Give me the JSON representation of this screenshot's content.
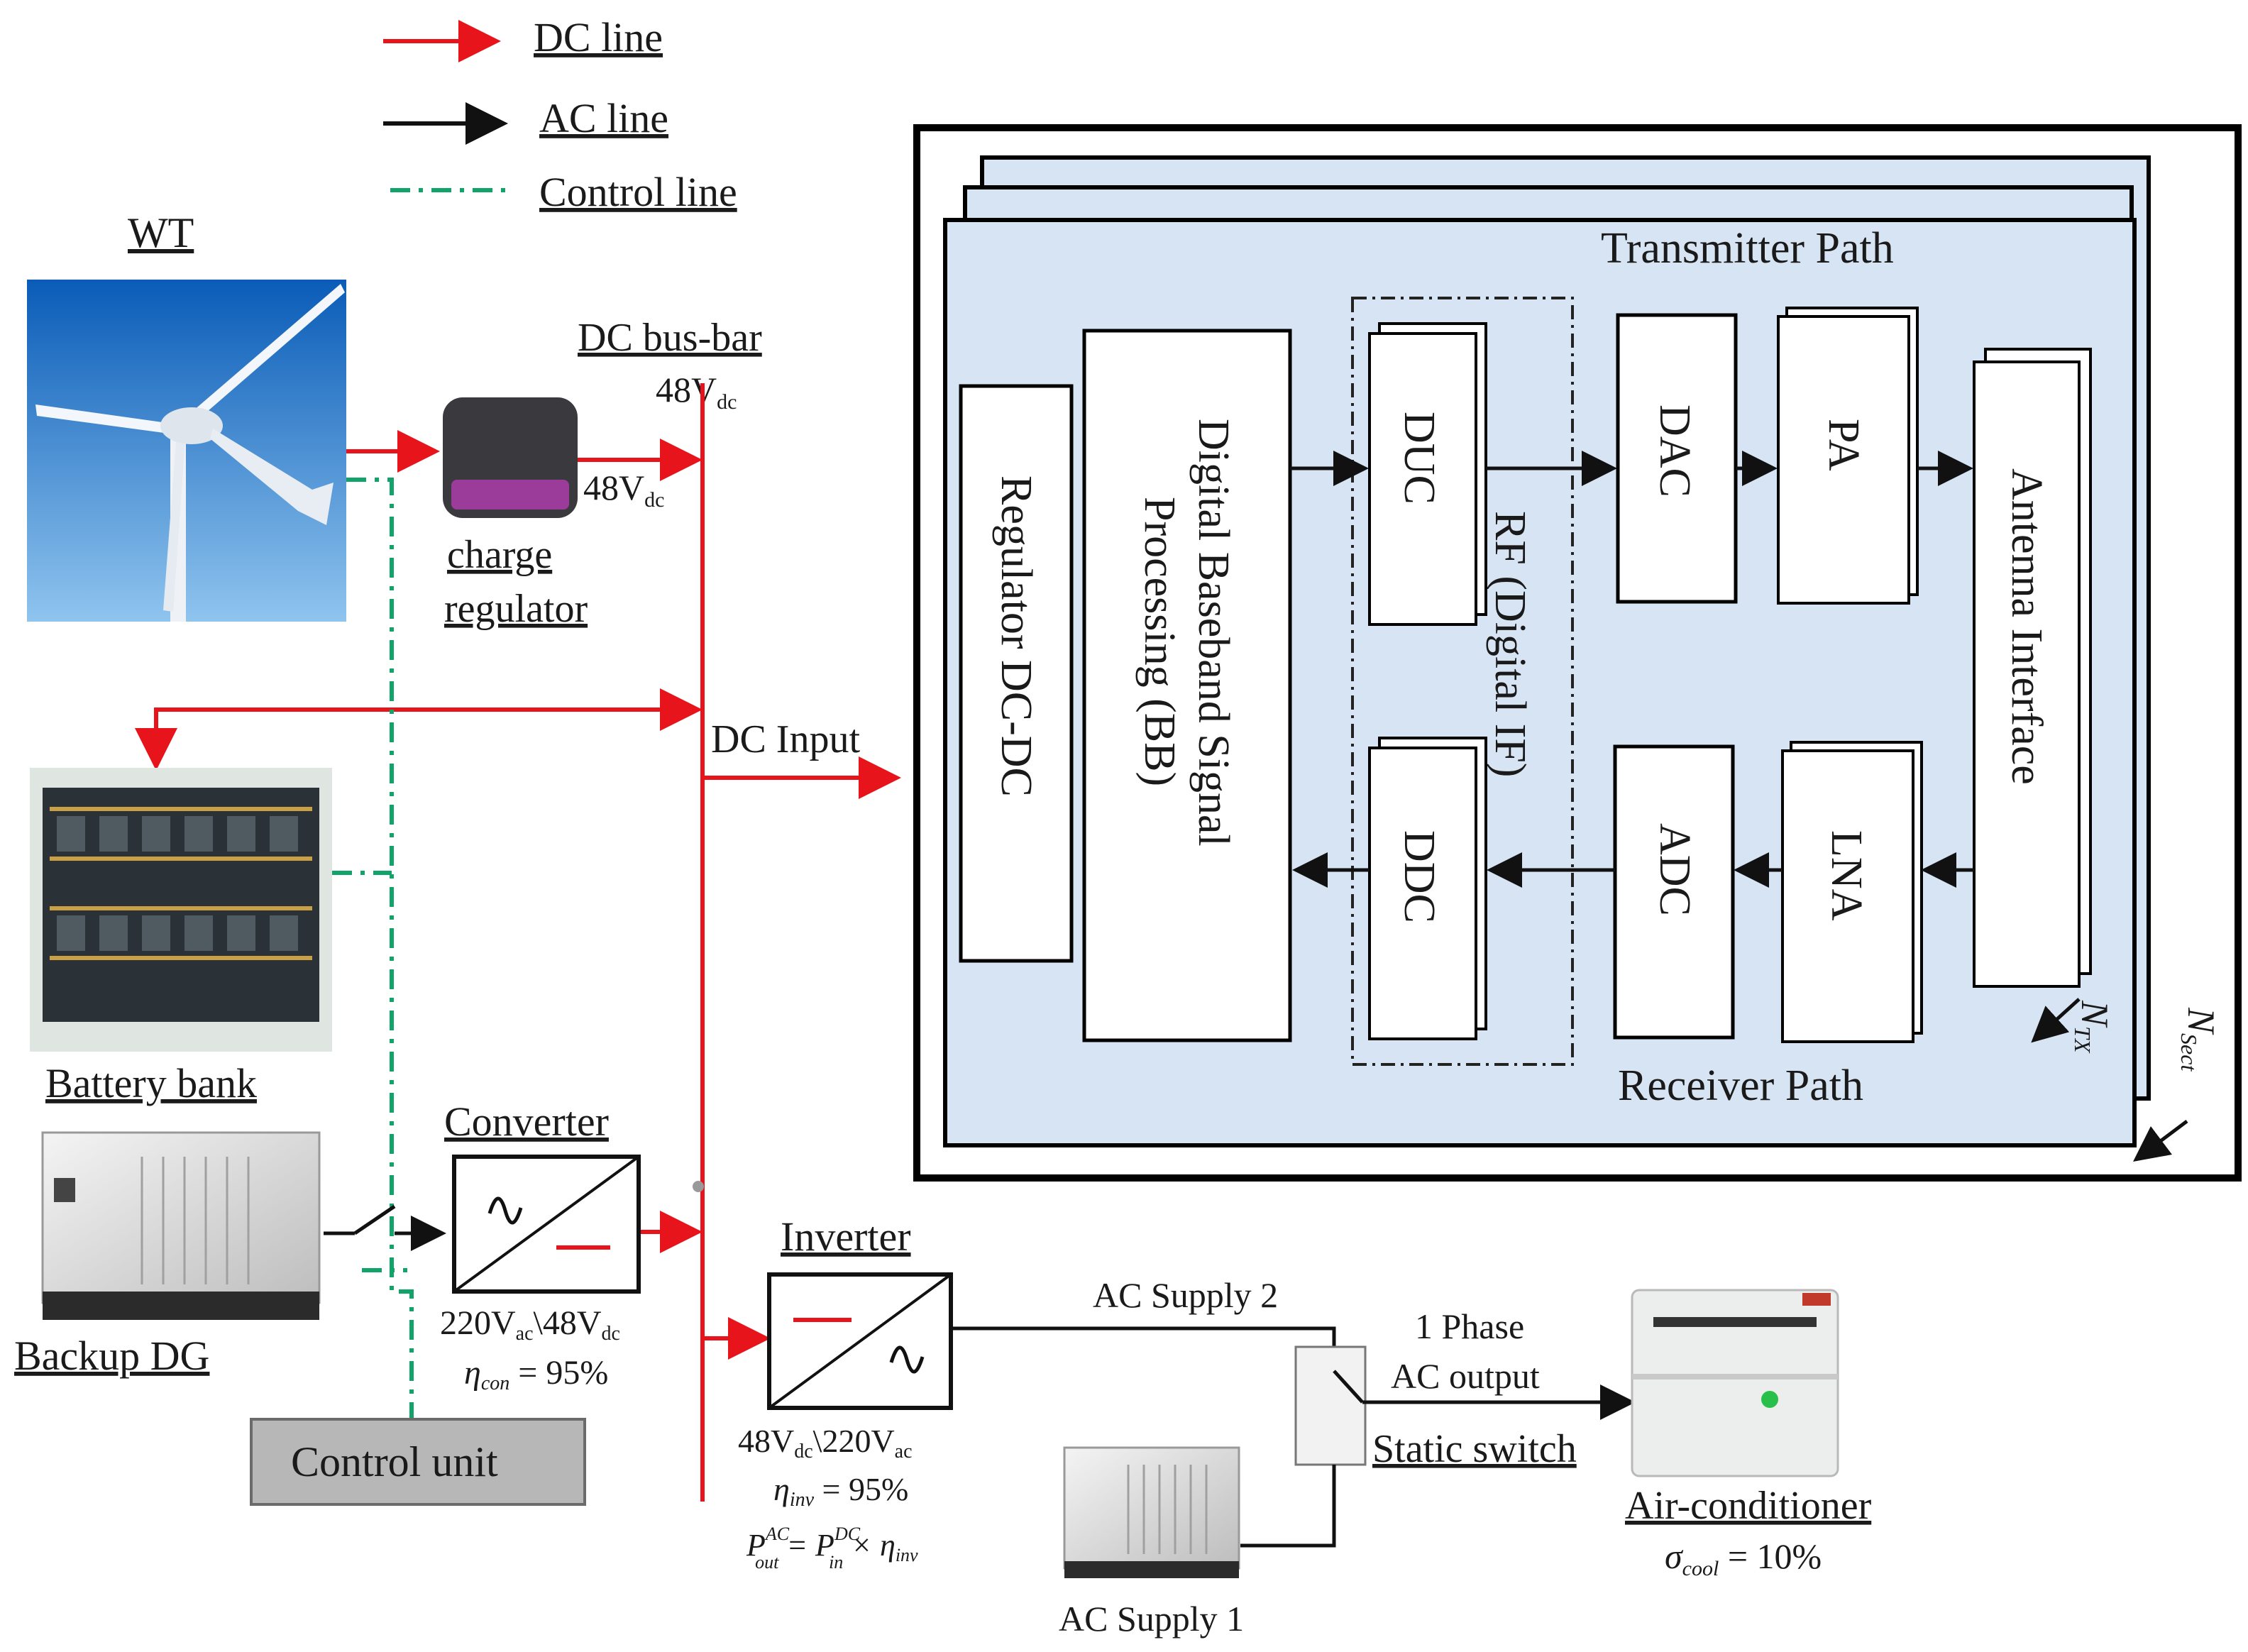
{
  "legend": {
    "dc_line": "DC line",
    "ac_line": "AC line",
    "control_line": "Control line"
  },
  "colors": {
    "dc_line": "#e8141c",
    "ac_line": "#111111",
    "control_line": "#11a36a",
    "bts_fill": "#d7e4f3",
    "control_unit_fill": "#b7b7b7"
  },
  "power_system": {
    "wt_label": "WT",
    "charge_regulator_label_1": "charge",
    "charge_regulator_label_2": "regulator",
    "regulator_output_main": "48V",
    "regulator_output_sub": "dc",
    "dc_busbar_label": "DC bus-bar",
    "dc_busbar_voltage_main": "48V",
    "dc_busbar_voltage_sub": "dc",
    "dc_input_label": "DC Input",
    "battery_label": "Battery bank",
    "backup_dg_label": "Backup DG",
    "converter_label": "Converter",
    "converter_rating_a": "220V",
    "converter_rating_a_sub": "ac",
    "converter_rating_b": "\\48V",
    "converter_rating_b_sub": "dc",
    "converter_eff_symbol": "η",
    "converter_eff_sub": "con",
    "converter_eff_value": " = 95%",
    "control_unit_label": "Control unit",
    "inverter_label": "Inverter",
    "inverter_rating_a": "48V",
    "inverter_rating_a_sub": "dc",
    "inverter_rating_b": "\\220V",
    "inverter_rating_b_sub": "ac",
    "inverter_eff_symbol": "η",
    "inverter_eff_sub": "inv",
    "inverter_eff_value": " = 95%",
    "pout": "P",
    "pout_sup": "AC",
    "pout_sub": "out",
    "pin_eq": " = P",
    "pin_sup": "DC",
    "pin_sub": "in",
    "times_eta": " × η",
    "times_eta_sub": "inv",
    "ac_supply_2": "AC Supply 2",
    "ac_supply_1": "AC Supply 1",
    "phase_output_1": "1 Phase",
    "phase_output_2": "AC output",
    "static_switch": "Static switch",
    "air_conditioner": "Air-conditioner",
    "cool_symbol": "σ",
    "cool_sub": "cool",
    "cool_value": " = 10%"
  },
  "bts": {
    "transmitter_path": "Transmitter Path",
    "receiver_path": "Receiver Path",
    "regulator": "Regulator DC-DC",
    "dbb": "Digital Baseband Signal",
    "dbb_2": "Processing (BB)",
    "rf": "RF (Digital IF)",
    "duc": "DUC",
    "ddc": "DDC",
    "dac": "DAC",
    "adc": "ADC",
    "pa": "PA",
    "lna": "LNA",
    "antenna": "Antenna Interface",
    "ntx": "N",
    "ntx_sub": "TX",
    "nsect": "N",
    "nsect_sub": "Sect"
  }
}
